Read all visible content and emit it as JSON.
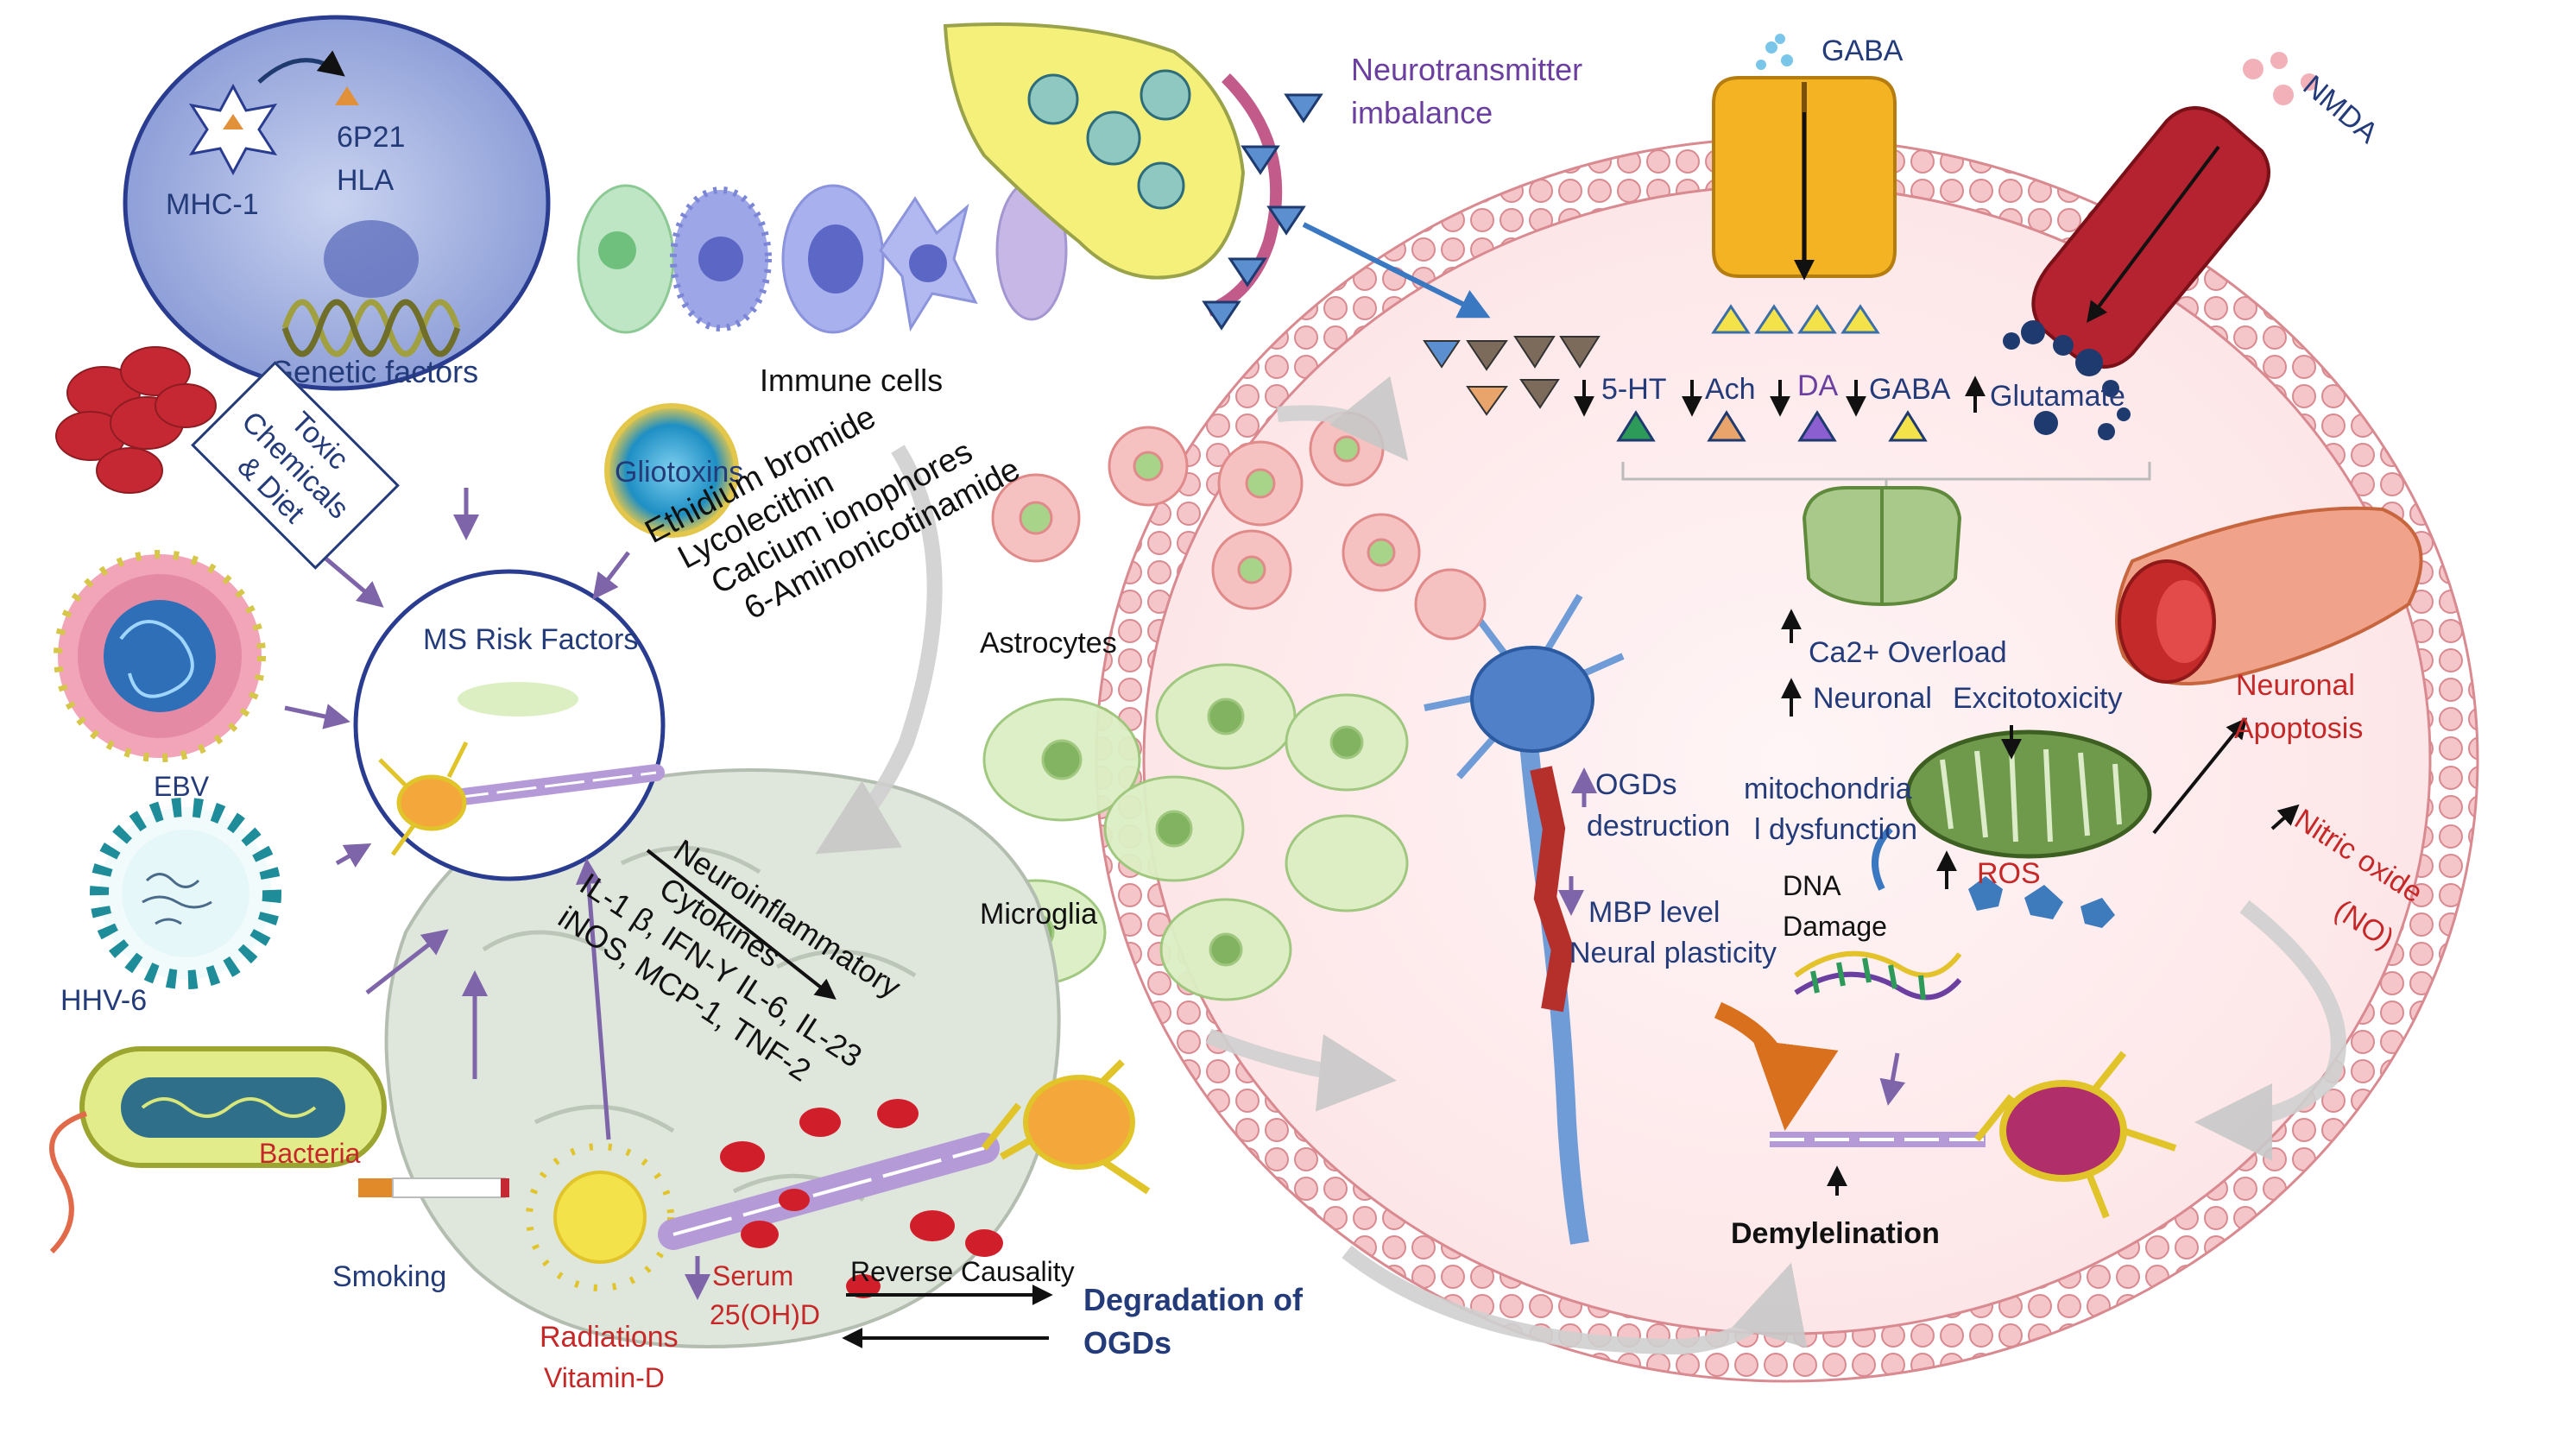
{
  "labels": {
    "mhc1": "MHC-1",
    "p6p21": "6P21",
    "hla": "HLA",
    "genetic_factors": "Genetic factors",
    "immune_cells": "Immune cells",
    "gliotoxins": "Gliotoxins",
    "gliotoxin_list": [
      "Ethidium bromide",
      "Lycolecithin",
      "Calcium ionophores",
      "6-Aminonicotinamide"
    ],
    "toxic_chemicals": [
      "Toxic",
      "Chemicals",
      "& Diet"
    ],
    "ms_risk_factors": "MS Risk Factors",
    "ebv": "EBV",
    "hhv6": "HHV-6",
    "bacteria": "Bacteria",
    "smoking": "Smoking",
    "radiations": "Radiations",
    "vitamin_d": "Vitamin-D",
    "serum": "Serum",
    "serum_25ohd": "25(OH)D",
    "reverse_causality": "Reverse Causality",
    "degradation_line1": "Degradation of",
    "degradation_line2": "OGDs",
    "neuroinflammatory": "Neuroinflammatory",
    "cytokines": "Cytokines",
    "cytokine_line1": "IL-1  β, IFN-Y IL-6, IL-23",
    "cytokine_line2": "iNOS, MCP-1, TNF-2",
    "astrocytes": "Astrocytes",
    "microglia": "Microglia",
    "neurotransmitter_line1": "Neurotransmitter",
    "neurotransmitter_line2": "imbalance",
    "gaba_top": "GABA",
    "nmda": "NMDA",
    "ht5": "5-HT",
    "ach": "Ach",
    "da": "DA",
    "gaba": "GABA",
    "glutamate": "Glutamate",
    "ca_overload": "Ca2+ Overload",
    "neuronal": "Neuronal",
    "excitotoxicity": "Excitotoxicity",
    "mito_line1": "mitochondria",
    "mito_line2": "l dysfunction",
    "ros": "ROS",
    "dna": "DNA",
    "damage": "Damage",
    "ogds": "OGDs",
    "destruction": "destruction",
    "mbp_level": "MBP level",
    "neural_plasticity": "Neural plasticity",
    "neuronal_apoptosis_1": "Neuronal",
    "neuronal_apoptosis_2": "Apoptosis",
    "nitric_oxide_1": "Nitric oxide",
    "nitric_oxide_2": "(NO)",
    "demyelination": "Demylelination"
  },
  "colors": {
    "navy": "#243b7a",
    "purple": "#6b3fa0",
    "red": "#c62828",
    "membrane": "#e9a3a8",
    "arrow_purple": "#7e64a8"
  }
}
